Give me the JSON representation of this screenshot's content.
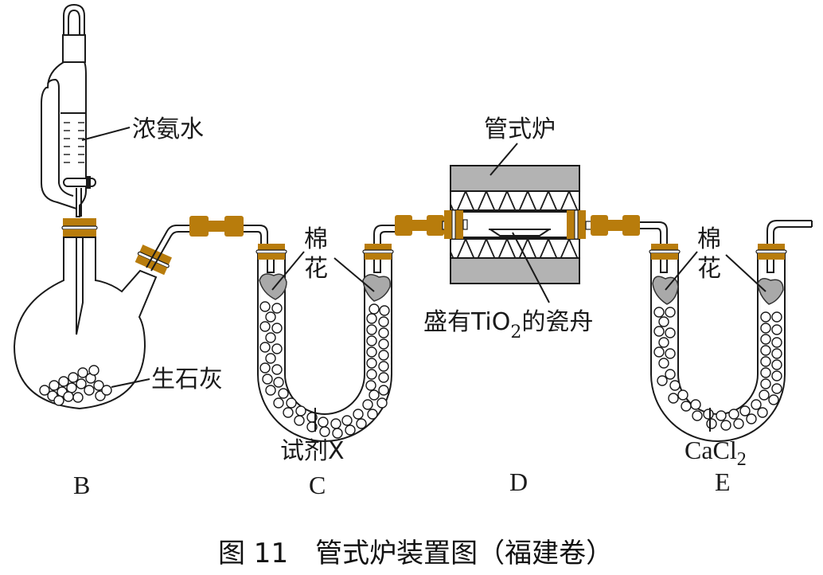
{
  "figure": {
    "caption": "图 11　管式炉装置图（福建卷）",
    "colors": {
      "rubber_connector": "#b87c0c",
      "cotton": "#a9a9a9",
      "furnace_body": "#b3b3b3",
      "line": "#1a1a1a",
      "background": "#ffffff"
    }
  },
  "apparatus": {
    "B": {
      "letter": "B",
      "funnel_label": "浓氨水",
      "flask_label": "生石灰"
    },
    "C": {
      "letter": "C",
      "cotton_label_line1": "棉",
      "cotton_label_line2": "花",
      "reagent_label": "试剂X"
    },
    "D": {
      "letter": "D",
      "furnace_label": "管式炉",
      "boat_label_pre": "盛有TiO",
      "boat_label_sub": "2",
      "boat_label_post": "的瓷舟"
    },
    "E": {
      "letter": "E",
      "cotton_label_line1": "棉",
      "cotton_label_line2": "花",
      "reagent_label_main": "CaCl",
      "reagent_label_sub": "2"
    }
  }
}
